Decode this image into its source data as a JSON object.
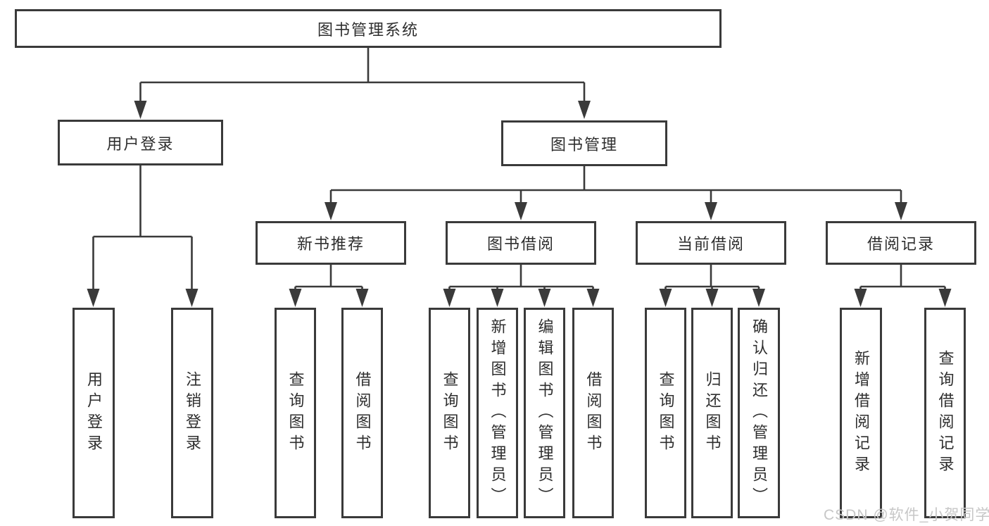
{
  "tree": {
    "label": "图书管理系统",
    "children": [
      {
        "label": "用户登录",
        "children": [
          {
            "label": "用户登录"
          },
          {
            "label": "注销登录"
          }
        ]
      },
      {
        "label": "图书管理",
        "children": [
          {
            "label": "新书推荐",
            "children": [
              {
                "label": "查询图书"
              },
              {
                "label": "借阅图书"
              }
            ]
          },
          {
            "label": "图书借阅",
            "children": [
              {
                "label": "查询图书"
              },
              {
                "label": "新增图书（管理员）"
              },
              {
                "label": "编辑图书（管理员）"
              },
              {
                "label": "借阅图书"
              }
            ]
          },
          {
            "label": "当前借阅",
            "children": [
              {
                "label": "查询图书"
              },
              {
                "label": "归还图书"
              },
              {
                "label": "确认归还（管理员）"
              }
            ]
          },
          {
            "label": "借阅记录",
            "children": [
              {
                "label": "新增借阅记录"
              },
              {
                "label": "查询借阅记录"
              }
            ]
          }
        ]
      }
    ]
  },
  "watermark": {
    "text": "CSDN @软件_小贺同学"
  },
  "colors": {
    "line": "#3a3a3a",
    "text": "#2e2e2e",
    "watermark": "#c7c7c7",
    "background": "#ffffff"
  }
}
